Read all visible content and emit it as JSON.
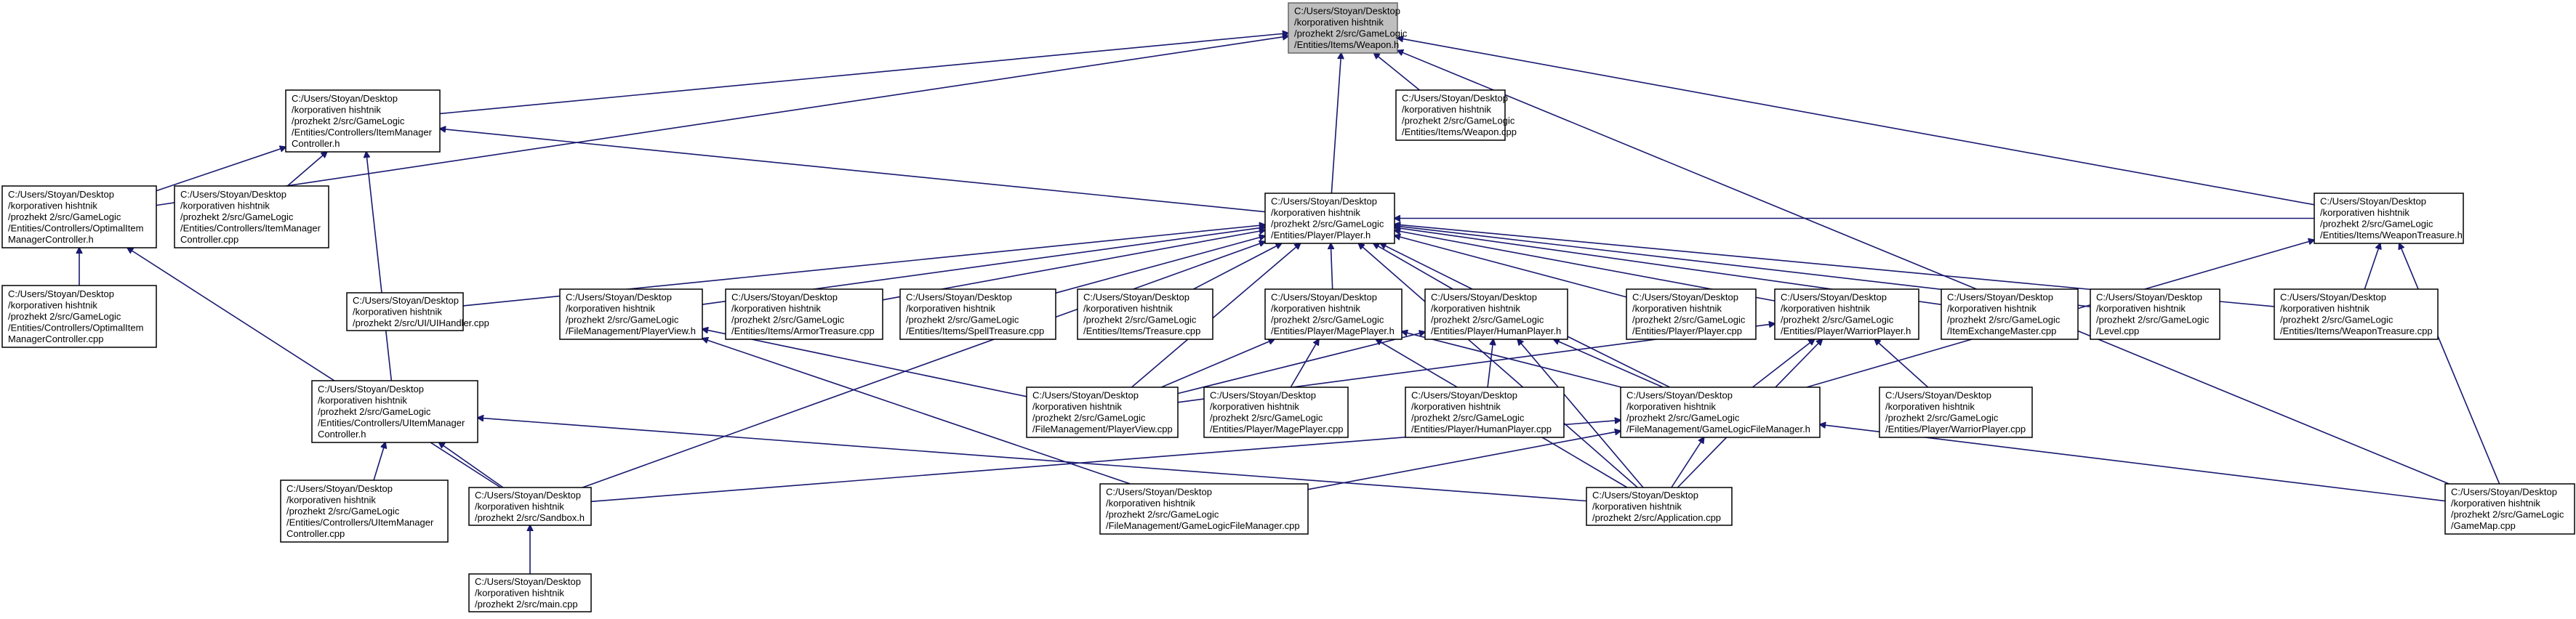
{
  "diagram": {
    "nodes": [
      {
        "id": "weapon_h",
        "lines": [
          "C:/Users/Stoyan/Desktop",
          "/korporativen hishtnik",
          "/prozhekt 2/src/GameLogic",
          "/Entities/Items/Weapon.h"
        ],
        "root": true
      },
      {
        "id": "itemmgr_h",
        "lines": [
          "C:/Users/Stoyan/Desktop",
          "/korporativen hishtnik",
          "/prozhekt 2/src/GameLogic",
          "/Entities/Controllers/ItemManager",
          "Controller.h"
        ]
      },
      {
        "id": "weapon_cpp",
        "lines": [
          "C:/Users/Stoyan/Desktop",
          "/korporativen hishtnik",
          "/prozhekt 2/src/GameLogic",
          "/Entities/Items/Weapon.cpp"
        ]
      },
      {
        "id": "optimal_h",
        "lines": [
          "C:/Users/Stoyan/Desktop",
          "/korporativen hishtnik",
          "/prozhekt 2/src/GameLogic",
          "/Entities/Controllers/OptimalItem",
          "ManagerController.h"
        ]
      },
      {
        "id": "itemmgr_cpp",
        "lines": [
          "C:/Users/Stoyan/Desktop",
          "/korporativen hishtnik",
          "/prozhekt 2/src/GameLogic",
          "/Entities/Controllers/ItemManager",
          "Controller.cpp"
        ]
      },
      {
        "id": "player_h",
        "lines": [
          "C:/Users/Stoyan/Desktop",
          "/korporativen hishtnik",
          "/prozhekt 2/src/GameLogic",
          "/Entities/Player/Player.h"
        ]
      },
      {
        "id": "weapontreasure_h",
        "lines": [
          "C:/Users/Stoyan/Desktop",
          "/korporativen hishtnik",
          "/prozhekt 2/src/GameLogic",
          "/Entities/Items/WeaponTreasure.h"
        ]
      },
      {
        "id": "optimal_cpp",
        "lines": [
          "C:/Users/Stoyan/Desktop",
          "/korporativen hishtnik",
          "/prozhekt 2/src/GameLogic",
          "/Entities/Controllers/OptimalItem",
          "ManagerController.cpp"
        ]
      },
      {
        "id": "uihandler_cpp",
        "lines": [
          "C:/Users/Stoyan/Desktop",
          "/korporativen hishtnik",
          "/prozhekt 2/src/UI/UIHandler.cpp"
        ]
      },
      {
        "id": "playerview_h",
        "lines": [
          "C:/Users/Stoyan/Desktop",
          "/korporativen hishtnik",
          "/prozhekt 2/src/GameLogic",
          "/FileManagement/PlayerView.h"
        ]
      },
      {
        "id": "armortreasure_cpp",
        "lines": [
          "C:/Users/Stoyan/Desktop",
          "/korporativen hishtnik",
          "/prozhekt 2/src/GameLogic",
          "/Entities/Items/ArmorTreasure.cpp"
        ]
      },
      {
        "id": "spelltreasure_cpp",
        "lines": [
          "C:/Users/Stoyan/Desktop",
          "/korporativen hishtnik",
          "/prozhekt 2/src/GameLogic",
          "/Entities/Items/SpellTreasure.cpp"
        ]
      },
      {
        "id": "treasure_cpp",
        "lines": [
          "C:/Users/Stoyan/Desktop",
          "/korporativen hishtnik",
          "/prozhekt 2/src/GameLogic",
          "/Entities/Items/Treasure.cpp"
        ]
      },
      {
        "id": "mageplayer_h",
        "lines": [
          "C:/Users/Stoyan/Desktop",
          "/korporativen hishtnik",
          "/prozhekt 2/src/GameLogic",
          "/Entities/Player/MagePlayer.h"
        ]
      },
      {
        "id": "humanplayer_h",
        "lines": [
          "C:/Users/Stoyan/Desktop",
          "/korporativen hishtnik",
          "/prozhekt 2/src/GameLogic",
          "/Entities/Player/HumanPlayer.h"
        ]
      },
      {
        "id": "player_cpp",
        "lines": [
          "C:/Users/Stoyan/Desktop",
          "/korporativen hishtnik",
          "/prozhekt 2/src/GameLogic",
          "/Entities/Player/Player.cpp"
        ]
      },
      {
        "id": "warriorplayer_h",
        "lines": [
          "C:/Users/Stoyan/Desktop",
          "/korporativen hishtnik",
          "/prozhekt 2/src/GameLogic",
          "/Entities/Player/WarriorPlayer.h"
        ]
      },
      {
        "id": "itemexchange_cpp",
        "lines": [
          "C:/Users/Stoyan/Desktop",
          "/korporativen hishtnik",
          "/prozhekt 2/src/GameLogic",
          "/ItemExchangeMaster.cpp"
        ]
      },
      {
        "id": "level_cpp",
        "lines": [
          "C:/Users/Stoyan/Desktop",
          "/korporativen hishtnik",
          "/prozhekt 2/src/GameLogic",
          "/Level.cpp"
        ]
      },
      {
        "id": "weapontreasure_cpp",
        "lines": [
          "C:/Users/Stoyan/Desktop",
          "/korporativen hishtnik",
          "/prozhekt 2/src/GameLogic",
          "/Entities/Items/WeaponTreasure.cpp"
        ]
      },
      {
        "id": "uitemmgr_h",
        "lines": [
          "C:/Users/Stoyan/Desktop",
          "/korporativen hishtnik",
          "/prozhekt 2/src/GameLogic",
          "/Entities/Controllers/UItemManager",
          "Controller.h"
        ]
      },
      {
        "id": "playerview_cpp",
        "lines": [
          "C:/Users/Stoyan/Desktop",
          "/korporativen hishtnik",
          "/prozhekt 2/src/GameLogic",
          "/FileManagement/PlayerView.cpp"
        ]
      },
      {
        "id": "mageplayer_cpp",
        "lines": [
          "C:/Users/Stoyan/Desktop",
          "/korporativen hishtnik",
          "/prozhekt 2/src/GameLogic",
          "/Entities/Player/MagePlayer.cpp"
        ]
      },
      {
        "id": "humanplayer_cpp",
        "lines": [
          "C:/Users/Stoyan/Desktop",
          "/korporativen hishtnik",
          "/prozhekt 2/src/GameLogic",
          "/Entities/Player/HumanPlayer.cpp"
        ]
      },
      {
        "id": "gamelogicfm_h",
        "lines": [
          "C:/Users/Stoyan/Desktop",
          "/korporativen hishtnik",
          "/prozhekt 2/src/GameLogic",
          "/FileManagement/GameLogicFileManager.h"
        ]
      },
      {
        "id": "warriorplayer_cpp",
        "lines": [
          "C:/Users/Stoyan/Desktop",
          "/korporativen hishtnik",
          "/prozhekt 2/src/GameLogic",
          "/Entities/Player/WarriorPlayer.cpp"
        ]
      },
      {
        "id": "uitemmgr_cpp",
        "lines": [
          "C:/Users/Stoyan/Desktop",
          "/korporativen hishtnik",
          "/prozhekt 2/src/GameLogic",
          "/Entities/Controllers/UItemManager",
          "Controller.cpp"
        ]
      },
      {
        "id": "sandbox_h",
        "lines": [
          "C:/Users/Stoyan/Desktop",
          "/korporativen hishtnik",
          "/prozhekt 2/src/Sandbox.h"
        ]
      },
      {
        "id": "gamelogicfm_cpp",
        "lines": [
          "C:/Users/Stoyan/Desktop",
          "/korporativen hishtnik",
          "/prozhekt 2/src/GameLogic",
          "/FileManagement/GameLogicFileManager.cpp"
        ]
      },
      {
        "id": "application_cpp",
        "lines": [
          "C:/Users/Stoyan/Desktop",
          "/korporativen hishtnik",
          "/prozhekt 2/src/Application.cpp"
        ]
      },
      {
        "id": "gamemap_cpp",
        "lines": [
          "C:/Users/Stoyan/Desktop",
          "/korporativen hishtnik",
          "/prozhekt 2/src/GameLogic",
          "/GameMap.cpp"
        ]
      },
      {
        "id": "main_cpp",
        "lines": [
          "C:/Users/Stoyan/Desktop",
          "/korporativen hishtnik",
          "/prozhekt 2/src/main.cpp"
        ]
      }
    ],
    "edges": [
      [
        "itemmgr_h",
        "weapon_h"
      ],
      [
        "weapon_cpp",
        "weapon_h"
      ],
      [
        "optimal_h",
        "weapon_h"
      ],
      [
        "player_h",
        "weapon_h"
      ],
      [
        "weapontreasure_h",
        "weapon_h"
      ],
      [
        "gamemap_cpp",
        "weapon_h"
      ],
      [
        "optimal_h",
        "itemmgr_h"
      ],
      [
        "itemmgr_cpp",
        "itemmgr_h"
      ],
      [
        "uitemmgr_h",
        "itemmgr_h"
      ],
      [
        "player_h",
        "itemmgr_h"
      ],
      [
        "optimal_cpp",
        "optimal_h"
      ],
      [
        "sandbox_h",
        "optimal_h"
      ],
      [
        "weapontreasure_h",
        "player_h"
      ],
      [
        "uihandler_cpp",
        "player_h"
      ],
      [
        "playerview_h",
        "player_h"
      ],
      [
        "armortreasure_cpp",
        "player_h"
      ],
      [
        "spelltreasure_cpp",
        "player_h"
      ],
      [
        "treasure_cpp",
        "player_h"
      ],
      [
        "mageplayer_h",
        "player_h"
      ],
      [
        "humanplayer_h",
        "player_h"
      ],
      [
        "player_cpp",
        "player_h"
      ],
      [
        "warriorplayer_h",
        "player_h"
      ],
      [
        "itemexchange_cpp",
        "player_h"
      ],
      [
        "level_cpp",
        "player_h"
      ],
      [
        "weapontreasure_cpp",
        "player_h"
      ],
      [
        "playerview_cpp",
        "player_h"
      ],
      [
        "gamelogicfm_h",
        "player_h"
      ],
      [
        "sandbox_h",
        "player_h"
      ],
      [
        "application_cpp",
        "player_h"
      ],
      [
        "weapontreasure_cpp",
        "weapontreasure_h"
      ],
      [
        "gamemap_cpp",
        "weapontreasure_h"
      ],
      [
        "gamelogicfm_h",
        "weapontreasure_h"
      ],
      [
        "playerview_cpp",
        "playerview_h"
      ],
      [
        "gamelogicfm_cpp",
        "playerview_h"
      ],
      [
        "playerview_cpp",
        "mageplayer_h"
      ],
      [
        "mageplayer_cpp",
        "mageplayer_h"
      ],
      [
        "gamelogicfm_h",
        "mageplayer_h"
      ],
      [
        "application_cpp",
        "mageplayer_h"
      ],
      [
        "playerview_cpp",
        "humanplayer_h"
      ],
      [
        "humanplayer_cpp",
        "humanplayer_h"
      ],
      [
        "gamelogicfm_h",
        "humanplayer_h"
      ],
      [
        "application_cpp",
        "humanplayer_h"
      ],
      [
        "playerview_cpp",
        "warriorplayer_h"
      ],
      [
        "warriorplayer_cpp",
        "warriorplayer_h"
      ],
      [
        "gamelogicfm_h",
        "warriorplayer_h"
      ],
      [
        "application_cpp",
        "warriorplayer_h"
      ],
      [
        "uitemmgr_cpp",
        "uitemmgr_h"
      ],
      [
        "sandbox_h",
        "uitemmgr_h"
      ],
      [
        "application_cpp",
        "uitemmgr_h"
      ],
      [
        "sandbox_h",
        "gamelogicfm_h"
      ],
      [
        "gamelogicfm_cpp",
        "gamelogicfm_h"
      ],
      [
        "application_cpp",
        "gamelogicfm_h"
      ],
      [
        "gamemap_cpp",
        "gamelogicfm_h"
      ],
      [
        "main_cpp",
        "sandbox_h"
      ]
    ]
  }
}
